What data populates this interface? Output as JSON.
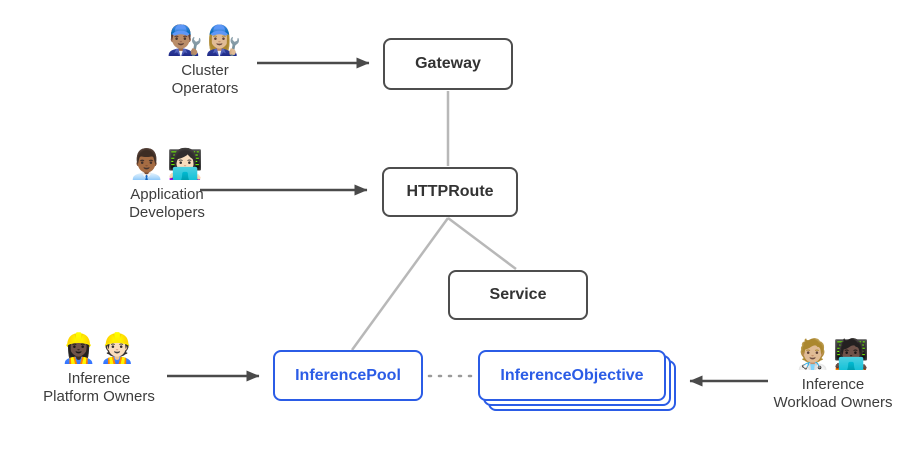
{
  "nodes": {
    "gateway": {
      "label": "Gateway"
    },
    "httproute": {
      "label": "HTTPRoute"
    },
    "service": {
      "label": "Service"
    },
    "inference_pool": {
      "label": "InferencePool"
    },
    "inference_objective": {
      "label": "InferenceObjective"
    }
  },
  "personas": {
    "cluster_operators": {
      "emoji1": "👨🏽‍🔧",
      "emoji2": "👩🏼‍🔧",
      "line1": "Cluster",
      "line2": "Operators"
    },
    "application_developers": {
      "emoji1": "👨🏾‍💼",
      "emoji2": "👩🏻‍💻",
      "line1": "Application",
      "line2": "Developers"
    },
    "inference_platform_owners": {
      "emoji1": "👷🏿‍♀️",
      "emoji2": "👷🏻",
      "line1": "Inference",
      "line2": "Platform Owners"
    },
    "inference_workload_owners": {
      "emoji1": "🧑🏼‍⚕️",
      "emoji2": "🧑🏿‍💻",
      "line1": "Inference",
      "line2": "Workload Owners"
    }
  },
  "colors": {
    "node_border": "#4d4d4d",
    "node_label": "#333333",
    "blue_accent": "#2b5ce6",
    "connector_gray": "#b8b8b8",
    "dotted_gray": "#9a9a9a",
    "arrow_dark": "#4a4a4a",
    "persona_text": "#3d3d3d",
    "background": "#ffffff"
  }
}
